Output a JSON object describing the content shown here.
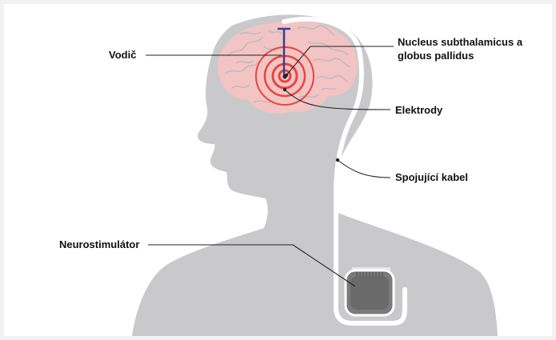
{
  "colors": {
    "silhouette": "#c9c9cc",
    "brain": "#f2c4c4",
    "brain_folds": "#b9b9bd",
    "rings": "#e8453c",
    "lead": "#3b3f8f",
    "cable": "#ffffff",
    "device": "#7a7a7a",
    "leader_lines": "#222222"
  },
  "labels": {
    "vodic": "Vodič",
    "target_line1": "Nucleus subthalamicus a",
    "target_line2": "globus pallidus",
    "elektrody": "Elektrody",
    "cable": "Spojující kabel",
    "neurostimulator": "Neurostimulátor"
  },
  "icons": {
    "head": "human-head-silhouette-icon",
    "brain": "brain-icon",
    "device": "neurostimulator-device-icon"
  }
}
